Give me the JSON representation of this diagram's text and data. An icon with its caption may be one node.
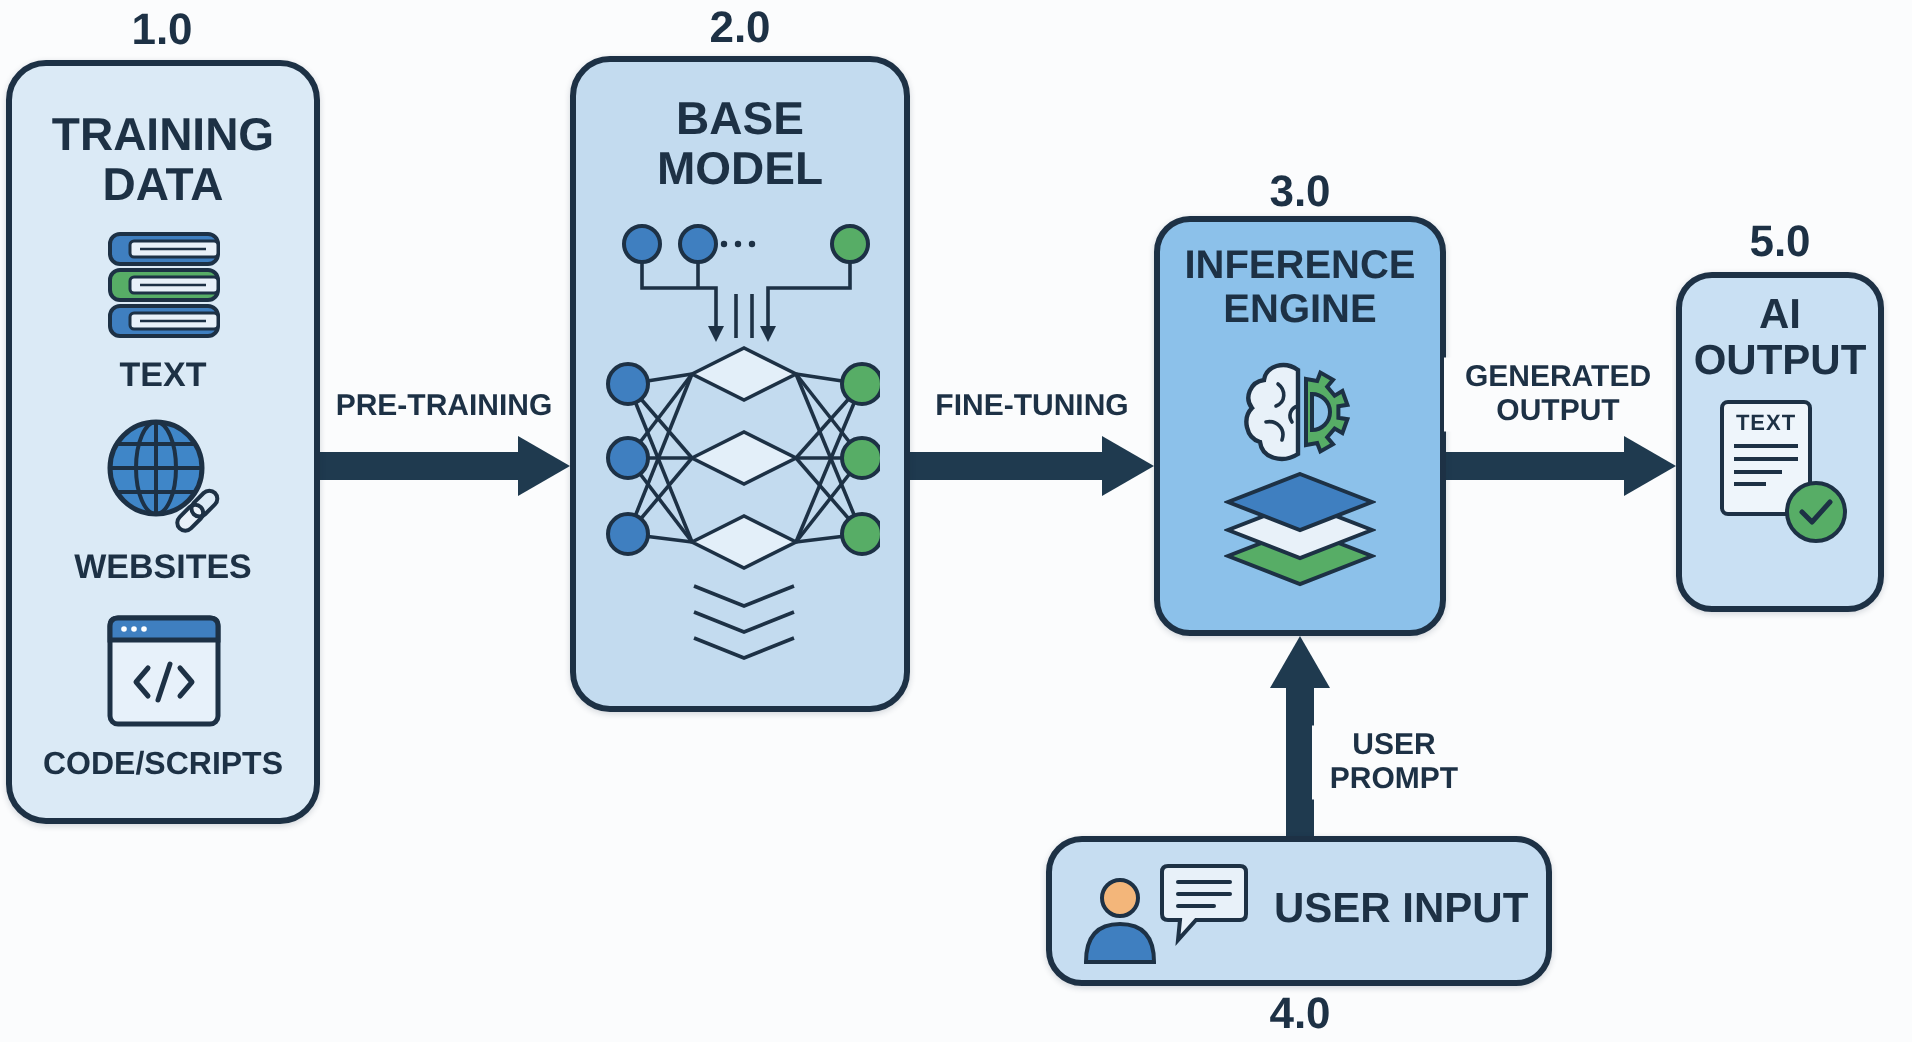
{
  "diagram": {
    "nodes": [
      {
        "text": [
          "TRAINING DATA",
          "TEXT",
          "WEBSITES",
          "CODE/SCRIPTS"
        ],
        "beside": [
          "1.0"
        ]
      },
      {
        "text": [
          "BASE MODEL"
        ],
        "beside": [
          "2.0"
        ]
      },
      {
        "text": [
          "INFERENCE ENGINE"
        ],
        "beside": [
          "3.0"
        ]
      },
      {
        "text": [
          "AI OUTPUT",
          "TEXT"
        ],
        "beside": [
          "5.0"
        ]
      },
      {
        "text": [
          "USER INPUT"
        ],
        "beside": [
          "4.0"
        ]
      }
    ],
    "edges": [
      {
        "from": 0,
        "to": 1,
        "arrow": "to",
        "label": "PRE-TRAINING"
      },
      {
        "from": 1,
        "to": 2,
        "arrow": "to",
        "label": "FINE-TUNING"
      },
      {
        "from": 2,
        "to": 3,
        "arrow": "to",
        "label": "GENERATED OUTPUT"
      },
      {
        "from": 4,
        "to": 2,
        "arrow": "to",
        "label": "USER PROMPT"
      }
    ]
  }
}
